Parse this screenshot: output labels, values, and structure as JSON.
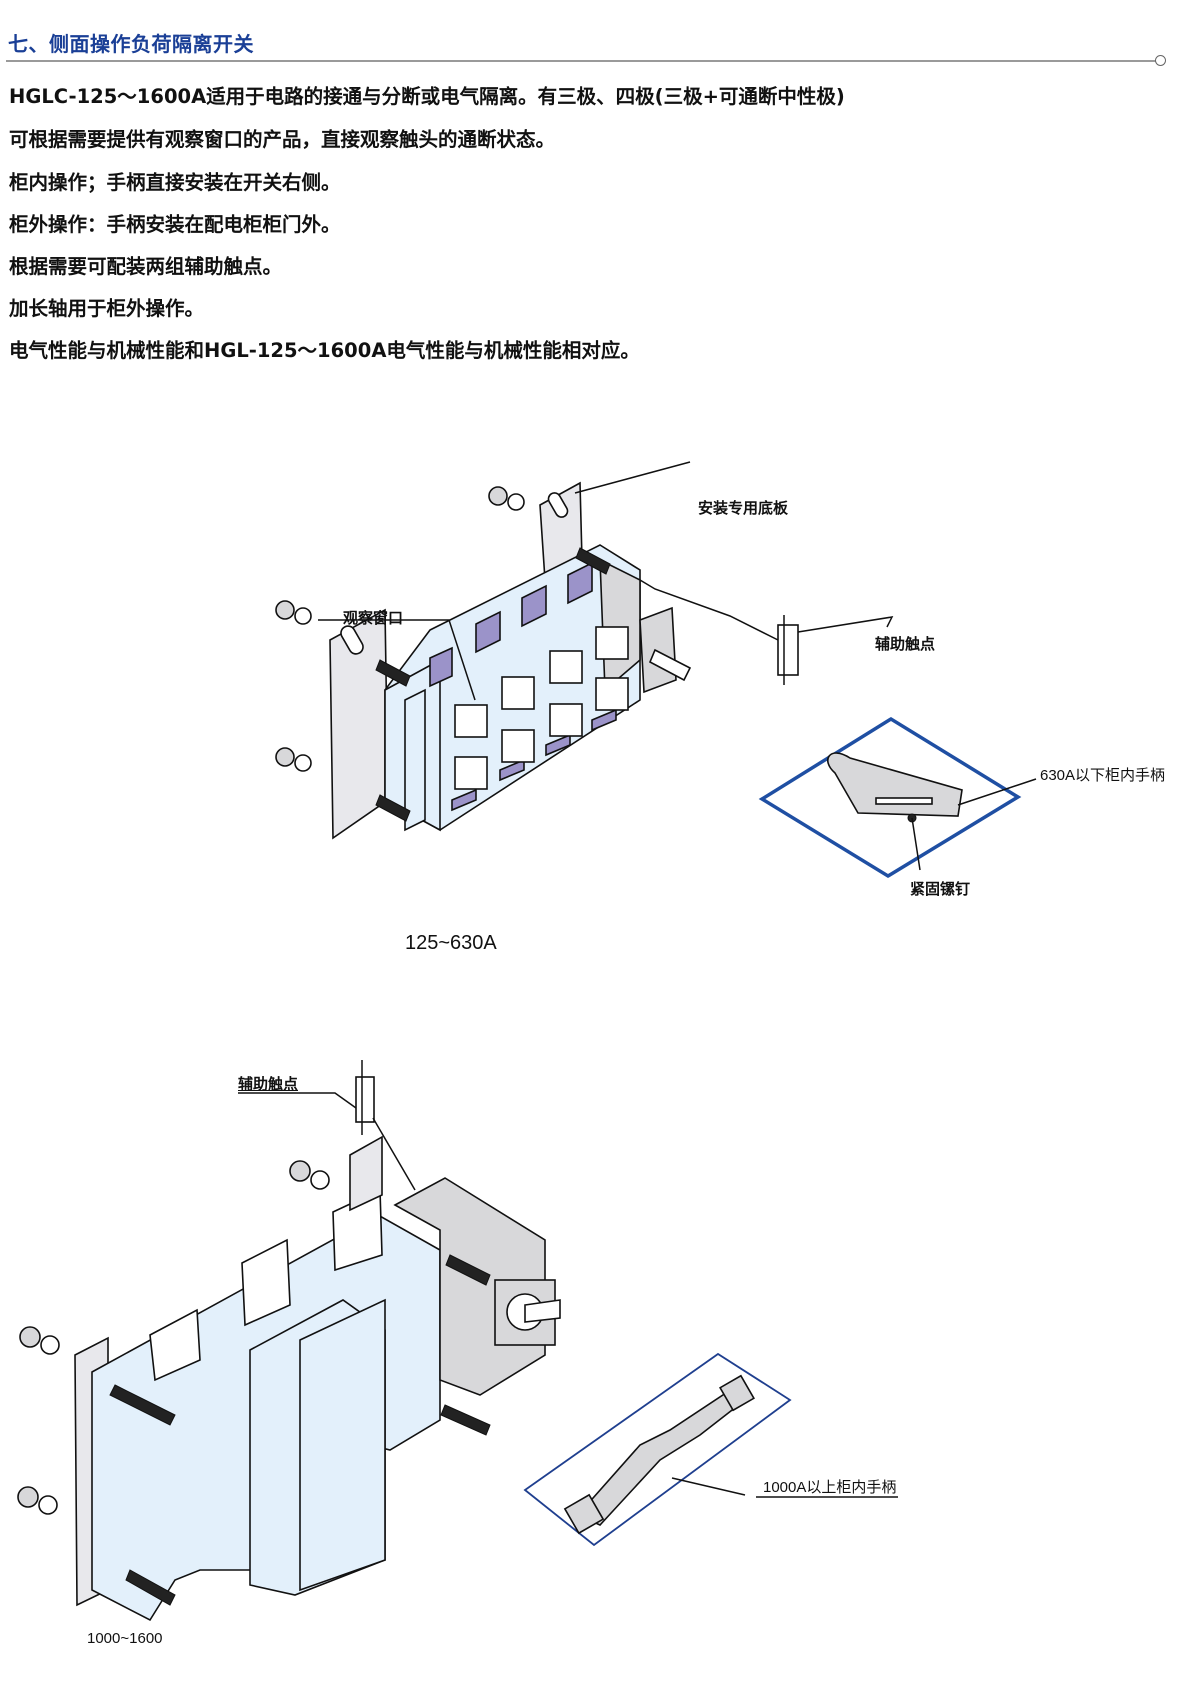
{
  "section": {
    "title": "七、侧面操作负荷隔离开关",
    "accent_color": "#1a3f96"
  },
  "paragraphs": [
    "HGLC-125～1600A适用于电路的接通与分断或电气隔离。有三极、四极(三极+可通断中性极)",
    "可根据需要提供有观察窗口的产品，直接观察触头的通断状态。",
    "柜内操作；手柄直接安装在开关右侧。",
    "柜外操作：手柄安装在配电柜柜门外。",
    "根据需要可配装两组辅助触点。",
    "加长轴用于柜外操作。",
    "电气性能与机械性能和HGL-125～1600A电气性能与机械性能相对应。"
  ],
  "figure1": {
    "caption": "125~630A",
    "labels": {
      "mounting_plate": "安装专用底板",
      "observation_window": "观察窗口",
      "aux_contact": "辅助触点",
      "handle": "630A以下柜内手柄",
      "set_screw": "紧固镙钉"
    },
    "inset_border_color": "#1f4fa3",
    "terminal_color": "#9b93c9",
    "body_color": "#e3f0fb"
  },
  "figure2": {
    "caption": "1000~1600",
    "labels": {
      "aux_contact": "辅助触点",
      "handle": "1000A以上柜内手柄"
    },
    "inset_border_color": "#1f3f8f"
  }
}
